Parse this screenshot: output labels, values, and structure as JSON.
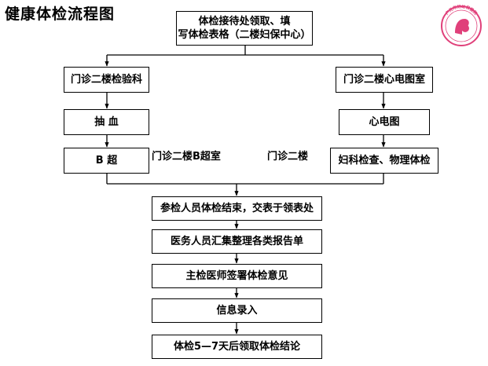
{
  "title": "健康体检流程图",
  "logo": {
    "text": "广元市妇幼保健院",
    "icon": "maternal-child-health-logo",
    "color": "#e0407a"
  },
  "boxes": {
    "reception": "体检接待处领取、填\n写体检表格（二楼妇保中心）",
    "lab": "门诊二楼检验科",
    "blood": "抽    血",
    "bscan": "B      超",
    "ecg_room": "门诊二楼心电图室",
    "ecg": "心电图",
    "gyn": "妇科检查、物理体检",
    "submit": "参检人员体检结束，交表于领表处",
    "collect": "医务人员汇集整理各类报告单",
    "sign": "主检医师签署体检意见",
    "entry": "信息录入",
    "result": "体检5—7天后领取体检结论"
  },
  "labels": {
    "bscan_room": "门诊二楼B超室",
    "gyn_location": "门诊二楼"
  }
}
